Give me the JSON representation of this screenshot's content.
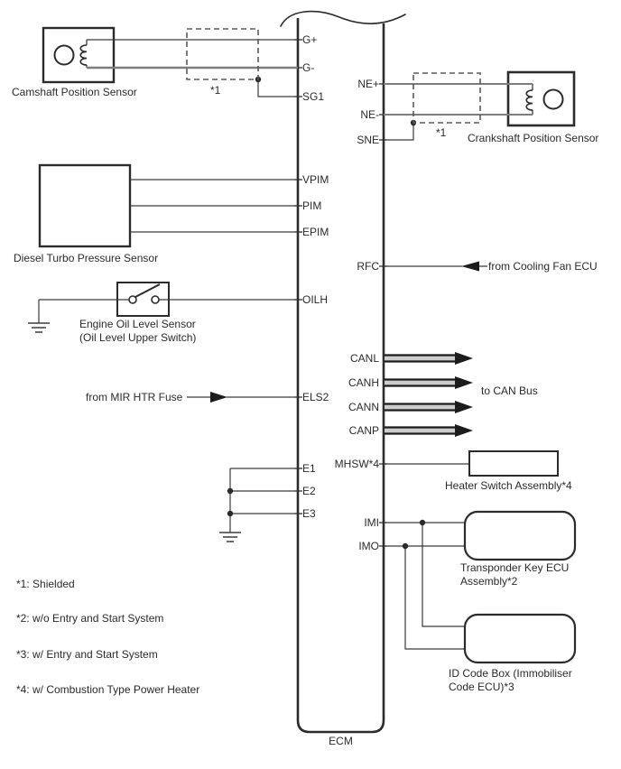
{
  "ecm": {
    "label": "ECM",
    "left_pins": [
      "G+",
      "G-",
      "SG1",
      "VPIM",
      "PIM",
      "EPIM",
      "OILH",
      "ELS2",
      "E1",
      "E2",
      "E3"
    ],
    "right_pins": [
      "NE+",
      "NE-",
      "SNE",
      "RFC",
      "CANL",
      "CANH",
      "CANN",
      "CANP",
      "MHSW*4",
      "IMI",
      "IMO"
    ]
  },
  "components": {
    "camshaft_sensor": "Camshaft Position Sensor",
    "crankshaft_sensor": "Crankshaft Position Sensor",
    "diesel_turbo_sensor": "Diesel Turbo Pressure Sensor",
    "oil_level_sensor_line1": "Engine Oil Level Sensor",
    "oil_level_sensor_line2": "(Oil Level Upper Switch)",
    "heater_switch": "Heater Switch Assembly*4",
    "transponder_line1": "Transponder Key ECU",
    "transponder_line2": "Assembly*2",
    "id_code_box_line1": "ID Code Box (Immobiliser",
    "id_code_box_line2": "Code ECU)*3"
  },
  "annotations": {
    "shield_left": "*1",
    "shield_right": "*1",
    "from_mir_htr_fuse": "from MIR HTR Fuse",
    "from_cooling_fan_ecu": "from Cooling Fan ECU",
    "to_can_bus": "to CAN Bus"
  },
  "notes": [
    "*1: Shielded",
    "*2: w/o Entry and Start System",
    "*3: w/ Entry and Start System",
    "*4: w/ Combustion Type Power Heater"
  ],
  "colors": {
    "wire": "#3a3a3a",
    "shielded_wire": "#7d7d7d",
    "box_border": "#2b2b2b",
    "can_stripe_fill": "#cccccc",
    "background": "#ffffff"
  }
}
